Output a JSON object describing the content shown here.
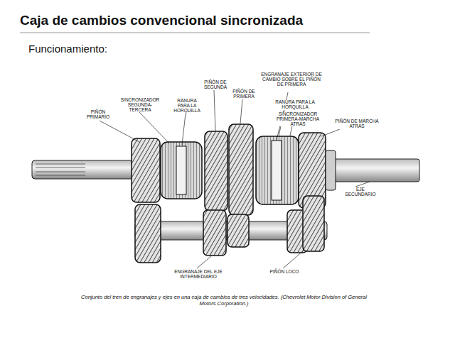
{
  "diagram": {
    "title": "Caja de cambios convencional sincronizada",
    "caption": "Conjunto del tren de engranajes y ejes en una caja de cambios de tres velocidades. (Chevrolet Motor Division of General Motors Corporation.)",
    "labels": [
      "Funcionamiento:",
      "PIÑÓN PRIMARIO",
      "SINCRONIZADOR SEGUNDA-TERCERA",
      "RANURA PARA LA HORQUILLA",
      "PIÑÓN DE SEGUNDA",
      "PIÑÓN DE PRIMERA",
      "ENGRANAJE EXTERIOR DE CAMBIO SOBRE EL PIÑÓN DE PRIMERA",
      "RANURA PARA LA HORQUILLA",
      "SINCRONIZADOR PRIMERA-MARCHA ATRÁS",
      "PIÑÓN DE MARCHA ATRÁS",
      "EJE SECUNDARIO",
      "ENGRANAJE DEL EJE INTERMEDIARIO",
      "PIÑÓN LOCO"
    ]
  }
}
